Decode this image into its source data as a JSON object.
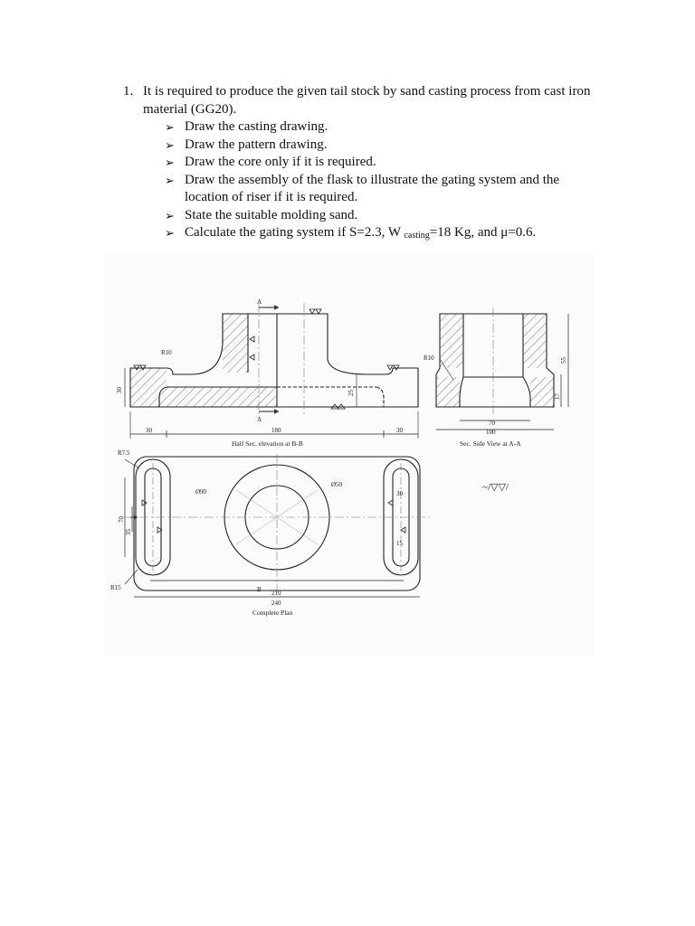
{
  "question": {
    "number": "1.",
    "intro_line1": "It is required to produce the given tail stock by sand casting process from cast iron",
    "intro_line2": "material (GG20).",
    "bullet_marker": "➢",
    "bullets": [
      "Draw the casting drawing.",
      "Draw the pattern drawing.",
      "Draw the core only if it is required.",
      "Draw the assembly of the flask to illustrate the gating system and the",
      "location of riser if it is required.",
      "State the suitable molding sand."
    ],
    "last_bullet": {
      "prefix": "Calculate the gating system if S=2.3, W ",
      "subscript": "casting",
      "suffix": "=18 Kg, and μ=0.6."
    }
  },
  "drawing": {
    "labels": {
      "section_a_top": "A",
      "section_a_bottom": "A",
      "r10_left": "R10",
      "r10_right": "R10",
      "dim_30_vertical": "30",
      "dim_25": "25",
      "dim_55": "55",
      "dim_17": "17",
      "dim_30_left": "30",
      "dim_180": "180",
      "dim_30_right": "30",
      "dim_70": "70",
      "dim_100": "100",
      "caption_elevation": "Half Sec. elevation at B-B",
      "caption_side": "Sec. Side View at A-A",
      "r7_5": "R7.5",
      "phi90": "Ø90",
      "phi50": "Ø50",
      "dim_30_plan": "30",
      "dim_15": "15",
      "dim_70_plan": "70",
      "dim_35": "35",
      "r15": "R15",
      "section_b": "B",
      "dim_210": "210",
      "dim_240": "240",
      "caption_plan": "Complete Plan",
      "surface_symbols": "~/▽▽/"
    }
  }
}
